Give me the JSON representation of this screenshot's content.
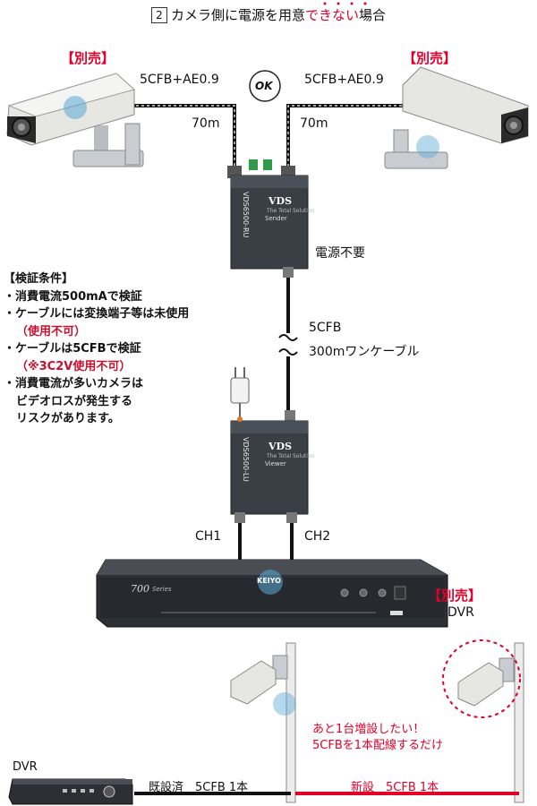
{
  "title": {
    "num": "2",
    "pre": "カメラ側に電源を用意",
    "emph": "できない",
    "post": "場合"
  },
  "top": {
    "sold_sep_left": "【別売】",
    "sold_sep_right": "【別売】",
    "cable_left": "5CFB+AE0.9",
    "cable_right": "5CFB+AE0.9",
    "ok": "OK",
    "len_left": "70m",
    "len_right": "70m",
    "no_power": "電源不要"
  },
  "conditions": {
    "heading": "【検証条件】",
    "items": [
      "・消費電流500mAで検証",
      "・ケーブルには変換端子等は未使用",
      "（使用不可）",
      "・ケーブルは5CFBで検証",
      "（※3C2V使用不可）",
      "・消費電流が多いカメラは",
      "ビデオロスが発生する",
      "リスクがあります。"
    ]
  },
  "mid_cable": {
    "line1": "5CFB",
    "line2": "300mワンケーブル"
  },
  "devices": {
    "sender_model": "VDS6500-RU",
    "sender_sub": "Sender",
    "receiver_model": "VDS6500-LU",
    "receiver_sub": "Viewer",
    "brand": "VDS",
    "brand_tag": "The Total Solution"
  },
  "channels": {
    "ch1": "CH1",
    "ch2": "CH2"
  },
  "dvr": {
    "sold_sep": "【別売】",
    "label": "DVR",
    "logo": "700",
    "logo_sub": "Series",
    "watermark": "KEIYO"
  },
  "bottom": {
    "dvr_label": "DVR",
    "note_line1": "あと1台増設したい！",
    "note_line2": "5CFBを1本配線するだけ",
    "existing": "既設済　5CFB 1本",
    "new": "新設　5CFB 1本"
  },
  "colors": {
    "accent_red": "#e1002a",
    "device_body": "#3a3f45",
    "cable": "#111111"
  }
}
